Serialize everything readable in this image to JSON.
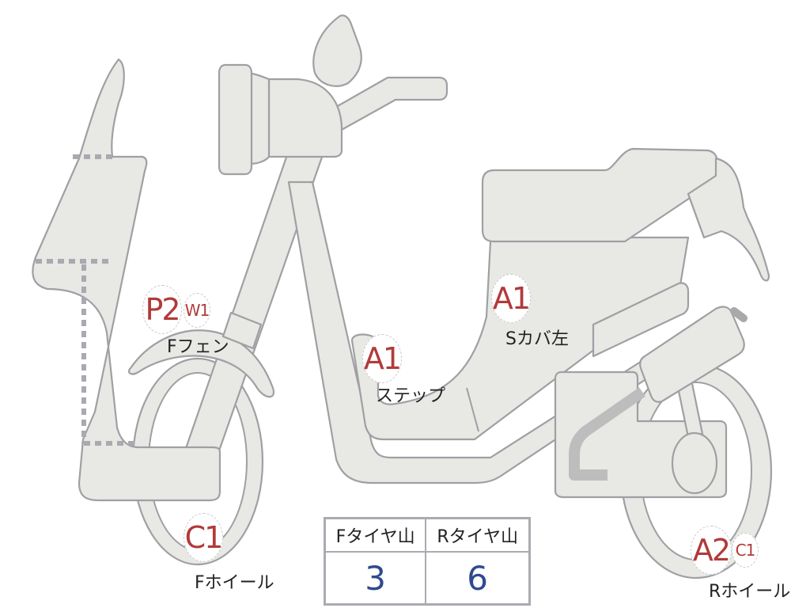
{
  "diagram": {
    "subject": "scooter side view",
    "colors": {
      "body_fill": "#e8e8e5",
      "outline": "#9ea0a3",
      "badge_text": "#b23a3a",
      "tread_value": "#2f4a8f"
    }
  },
  "parts": [
    {
      "id": "front_fender",
      "label": "Fフェン",
      "codes": [
        "P2",
        "W1"
      ]
    },
    {
      "id": "step",
      "label": "ステップ",
      "codes": [
        "A1"
      ]
    },
    {
      "id": "side_cover_left",
      "label": "Sカバ左",
      "codes": [
        "A1"
      ]
    },
    {
      "id": "front_wheel",
      "label": "Fホイール",
      "codes": [
        "C1"
      ]
    },
    {
      "id": "rear_wheel",
      "label": "Rホイール",
      "codes": [
        "A2",
        "C1"
      ]
    }
  ],
  "tread_table": {
    "headers": [
      "Fタイヤ山",
      "Rタイヤ山"
    ],
    "values": [
      "3",
      "6"
    ]
  }
}
